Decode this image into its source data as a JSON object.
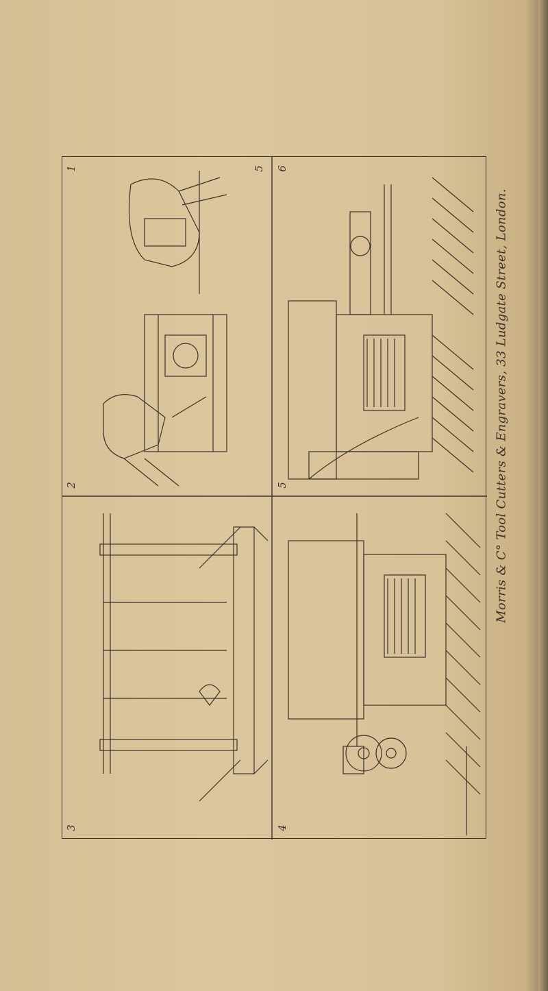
{
  "plate": {
    "imprint": "Morris & C° Tool Cutters & Engravers, 33 Ludgate Street, London.",
    "figure_numbers": [
      "1",
      "2",
      "3",
      "4",
      "5",
      "6",
      "5"
    ]
  },
  "colors": {
    "paper": "#d9c39a",
    "ink": "#3a3127"
  }
}
